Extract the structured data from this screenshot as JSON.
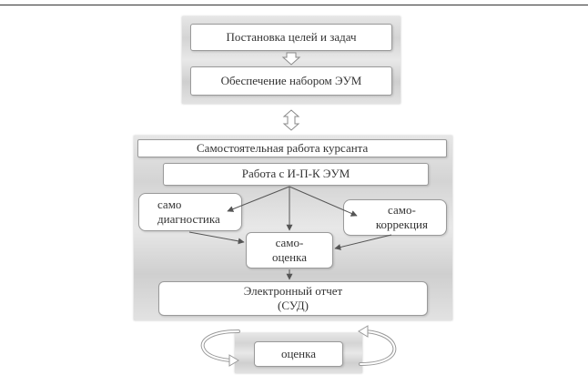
{
  "diagram": {
    "goals_box": "Постановка целей и задач",
    "provision_box": "Обеспечение набором ЭУМ",
    "independent_work_header": "Самостоятельная работа курсанта",
    "work_with_box": "Работа с И-П-К ЭУМ",
    "self_diagnostics_box": "само\nдиагностика",
    "self_correction_box": "само-\nкоррекция",
    "self_assessment_box": "само-\nоценка",
    "electronic_report_box": "Электронный отчет\n(СУД)",
    "assessment_box": "оценка"
  }
}
